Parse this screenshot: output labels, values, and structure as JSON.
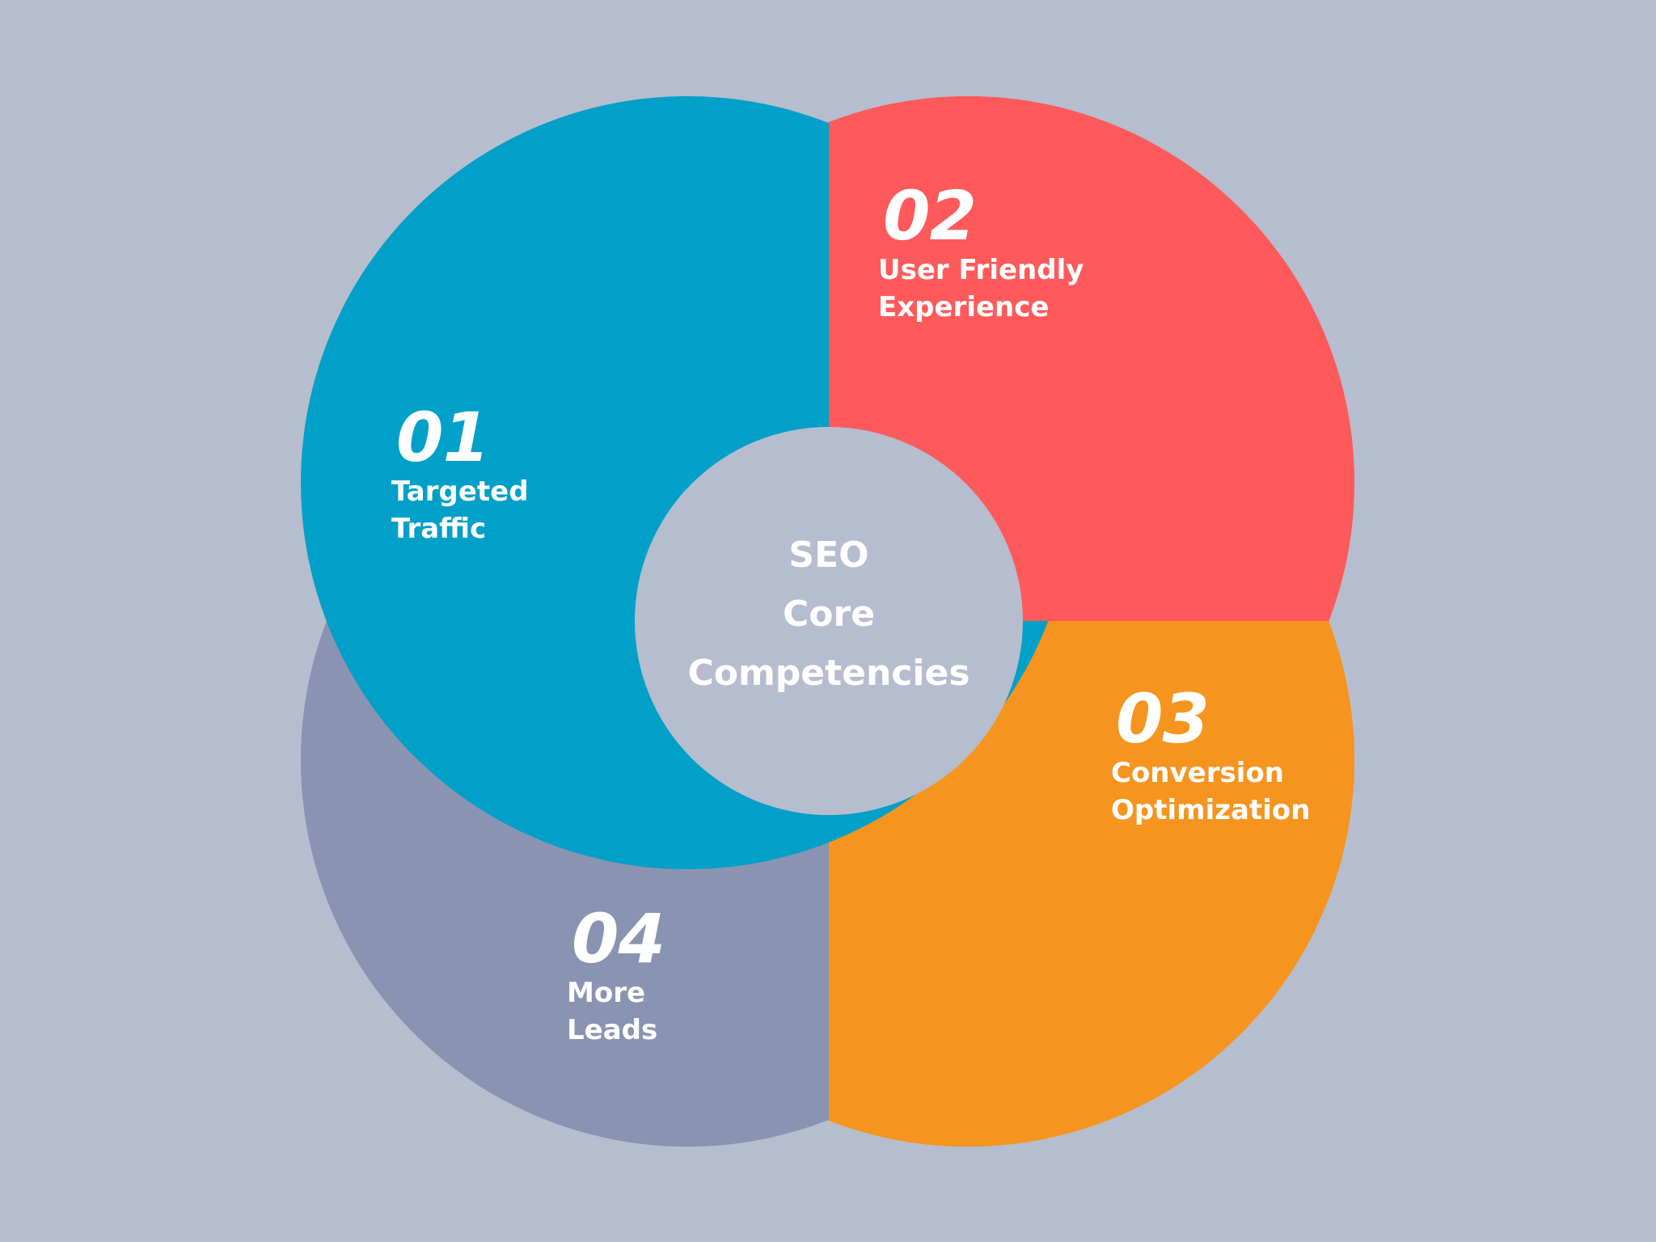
{
  "background": "#b6bdce",
  "center": {
    "lines": [
      "SEO",
      "Core",
      "Competencies"
    ],
    "color": "#b6bdce"
  },
  "segments": [
    {
      "number": "01",
      "line1": "Targeted",
      "line2": "Traffic",
      "color": "#00a0c8"
    },
    {
      "number": "02",
      "line1": "User Friendly",
      "line2": "Experience",
      "color": "#fe5a5b"
    },
    {
      "number": "03",
      "line1": "Conversion",
      "line2": "Optimization",
      "color": "#f5951f"
    },
    {
      "number": "04",
      "line1": "More",
      "line2": "Leads",
      "color": "#8b93b2"
    }
  ]
}
